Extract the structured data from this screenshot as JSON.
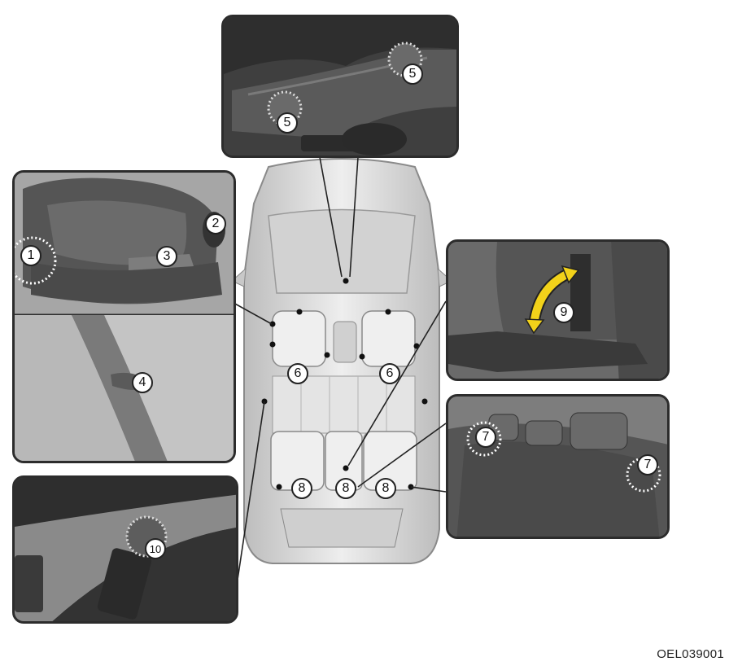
{
  "image_code": "OEL039001",
  "callouts": {
    "c1": "1",
    "c2": "2",
    "c3": "3",
    "c4": "4",
    "c5": "5",
    "c6": "6",
    "c7": "7",
    "c8": "8",
    "c9": "9",
    "c10": "10"
  },
  "colors": {
    "panel_border": "#2c2c2c",
    "car_body": "#dcdcdc",
    "arrow": "#f2d21a"
  }
}
